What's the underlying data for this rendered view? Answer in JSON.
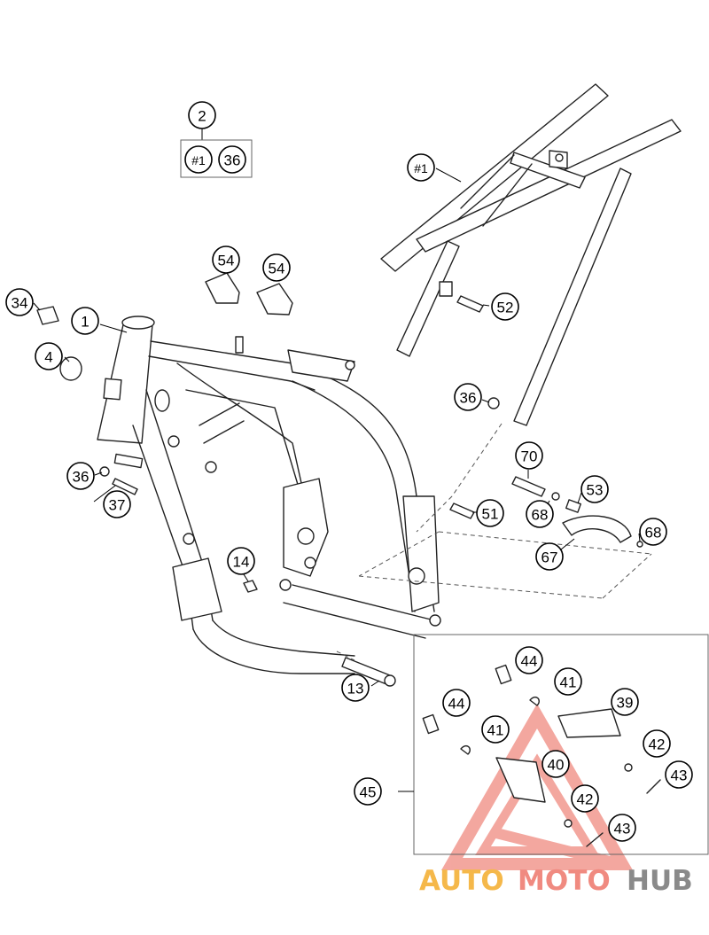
{
  "callouts": {
    "c2": "2",
    "c1a": "#1",
    "c36a": "36",
    "c1b": "#1",
    "c54a": "54",
    "c54b": "54",
    "c34": "34",
    "c1": "1",
    "c4": "4",
    "c52": "52",
    "c36b": "36",
    "c36c": "36",
    "c37": "37",
    "c70": "70",
    "c53": "53",
    "c51": "51",
    "c68a": "68",
    "c68b": "68",
    "c67": "67",
    "c14": "14",
    "c13": "13",
    "c44a": "44",
    "c41a": "41",
    "c39": "39",
    "c44b": "44",
    "c41b": "41",
    "c42a": "42",
    "c43a": "43",
    "c40": "40",
    "c42b": "42",
    "c43b": "43",
    "c45": "45"
  },
  "watermark": {
    "auto": "AUTO",
    "moto": "MOTO",
    "hub": "HUB",
    "colors": {
      "auto": "#f5b84a",
      "moto": "#f08a80",
      "hub": "#8a8a8a",
      "triangle": "#f08a80"
    }
  }
}
